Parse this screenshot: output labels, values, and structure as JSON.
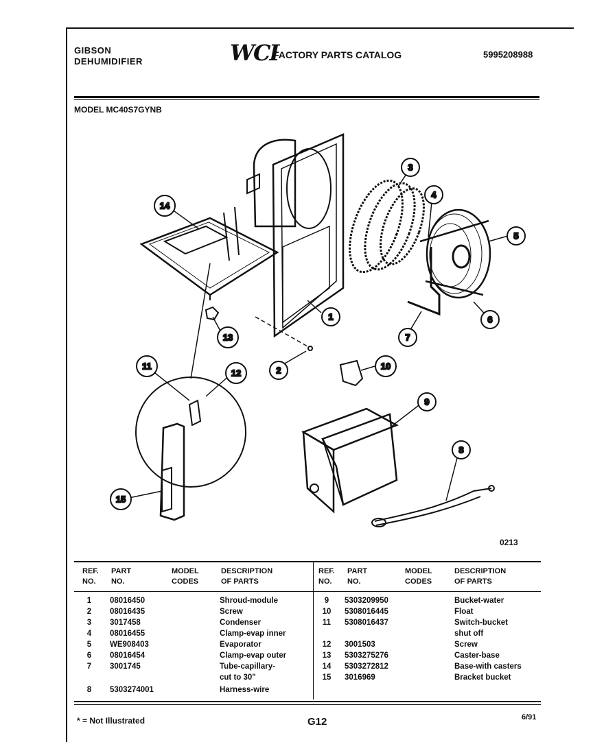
{
  "header": {
    "brand": "GIBSON",
    "product": "DEHUMIDIFIER",
    "logo": "WCI",
    "title": "FACTORY PARTS CATALOG",
    "catalog_number": "5995208988"
  },
  "model": "MODEL MC40S7GYNB",
  "illustration_code": "0213",
  "table": {
    "headers": {
      "ref": "REF.",
      "ref2": "NO.",
      "part": "PART",
      "part2": "NO.",
      "model": "MODEL",
      "model2": "CODES",
      "desc": "DESCRIPTION",
      "desc2": "OF PARTS"
    },
    "left": [
      {
        "ref": "1",
        "part": "08016450",
        "desc": "Shroud-module"
      },
      {
        "ref": "2",
        "part": "08016435",
        "desc": "Screw"
      },
      {
        "ref": "3",
        "part": "3017458",
        "desc": "Condenser"
      },
      {
        "ref": "4",
        "part": "08016455",
        "desc": "Clamp-evap inner"
      },
      {
        "ref": "5",
        "part": "WE908403",
        "desc": "Evaporator"
      },
      {
        "ref": "6",
        "part": "08016454",
        "desc": "Clamp-evap outer"
      },
      {
        "ref": "7",
        "part": "3001745",
        "desc": "Tube-capillary-"
      },
      {
        "ref": "",
        "part": "",
        "desc": "cut to 30\""
      },
      {
        "ref": "8",
        "part": "5303274001",
        "desc": "Harness-wire"
      }
    ],
    "right": [
      {
        "ref": "9",
        "part": "5303209950",
        "desc": "Bucket-water"
      },
      {
        "ref": "10",
        "part": "5308016445",
        "desc": "Float"
      },
      {
        "ref": "11",
        "part": "5308016437",
        "desc": "Switch-bucket"
      },
      {
        "ref": "",
        "part": "",
        "desc": "shut off"
      },
      {
        "ref": "12",
        "part": "3001503",
        "desc": "Screw"
      },
      {
        "ref": "13",
        "part": "5303275276",
        "desc": "Caster-base"
      },
      {
        "ref": "14",
        "part": "5303272812",
        "desc": "Base-with casters"
      },
      {
        "ref": "15",
        "part": "3016969",
        "desc": "Bracket bucket"
      }
    ]
  },
  "callouts": [
    "1",
    "2",
    "3",
    "4",
    "5",
    "6",
    "7",
    "8",
    "9",
    "10",
    "11",
    "12",
    "13",
    "14",
    "15"
  ],
  "footer": {
    "note": "* = Not Illustrated",
    "page": "G12",
    "date": "6/91"
  }
}
